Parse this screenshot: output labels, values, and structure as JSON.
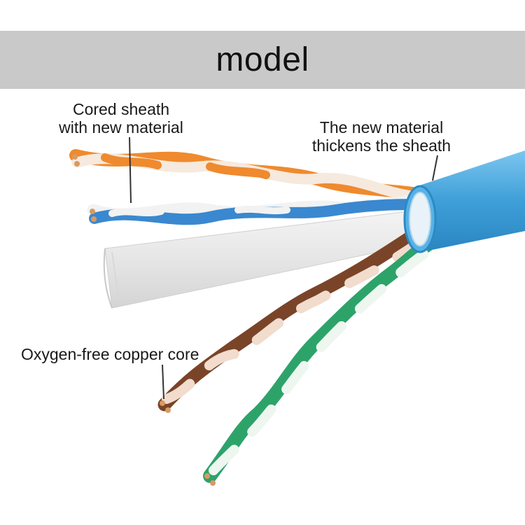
{
  "banner": {
    "title": "model"
  },
  "callouts": {
    "cored_sheath": {
      "line1": "Cored sheath",
      "line2": "with new material"
    },
    "new_material": {
      "line1": "The new material",
      "line2": "thickens the sheath"
    },
    "copper_core": {
      "text": "Oxygen-free copper core"
    }
  },
  "colors": {
    "banner_bg": "#c9c9c9",
    "jacket_blue": "#4aa8dc",
    "orange_pair": "#ef8a2e",
    "blue_pair": "#3a88cf",
    "brown_pair": "#7a4428",
    "green_pair": "#2da36a",
    "copper": "#d99a62"
  }
}
